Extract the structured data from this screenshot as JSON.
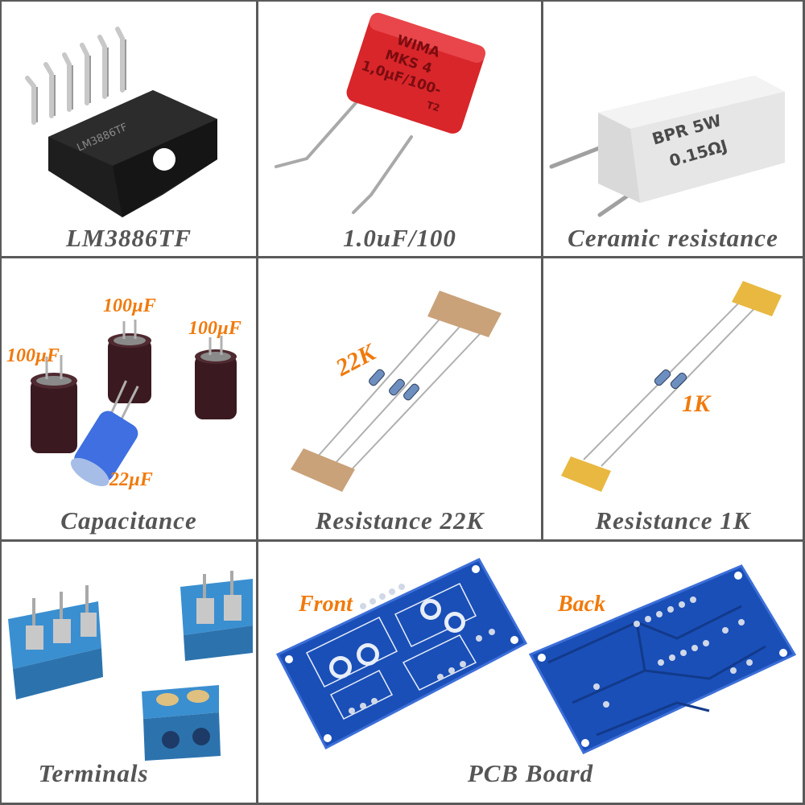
{
  "cells": [
    {
      "caption": "LM3886TF",
      "chip_marking": "LM3886TF"
    },
    {
      "caption": "1.0uF/100",
      "capacitor_marking": [
        "WIMA",
        "MKS 4",
        "1,0µF/100-",
        "T2"
      ]
    },
    {
      "caption": "Ceramic resistance",
      "resistor_marking": [
        "BPR 5W",
        "0.15ΩJ"
      ]
    },
    {
      "caption": "Capacitance",
      "labels": [
        "100µF",
        "100µF",
        "100µF",
        "22µF"
      ]
    },
    {
      "caption": "Resistance 22K",
      "label": "22K"
    },
    {
      "caption": "Resistance 1K",
      "label": "1K"
    },
    {
      "caption": "Terminals"
    },
    {
      "caption": "PCB Board",
      "front_label": "Front",
      "back_label": "Back"
    }
  ],
  "colors": {
    "grid": "#5a5a5a",
    "caption": "#555555",
    "label": "#f07a0c",
    "pcb": "#1a4fb8",
    "terminal": "#3a8fd0"
  }
}
